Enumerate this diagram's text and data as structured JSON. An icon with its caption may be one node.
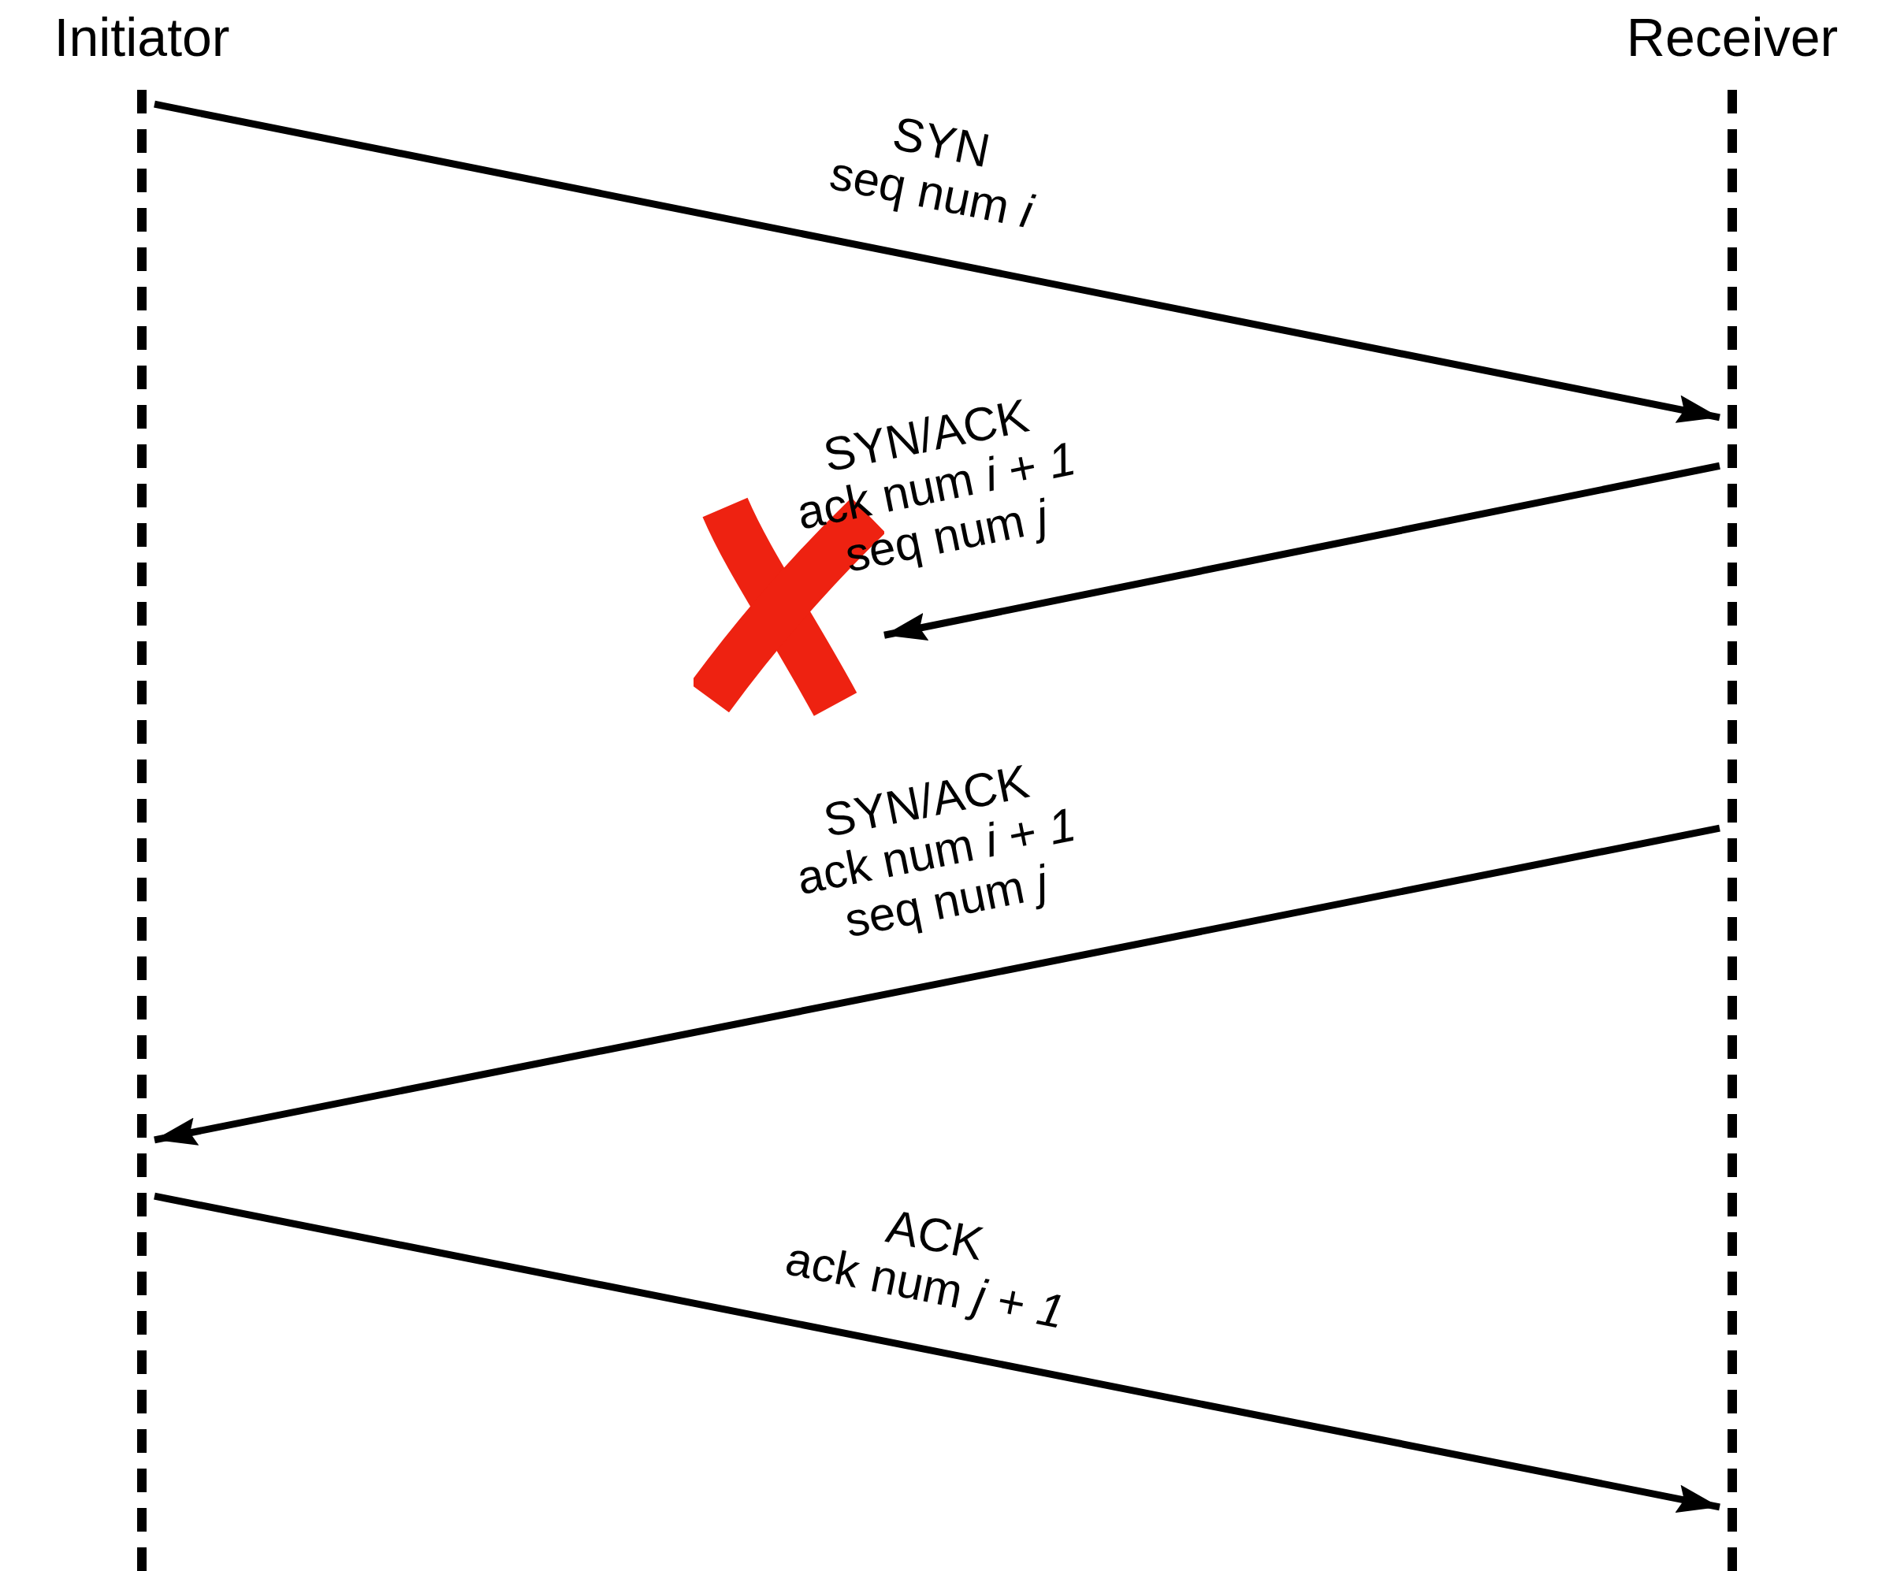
{
  "diagram": {
    "nodes": [
      {
        "text": [
          "Initiator"
        ]
      },
      {
        "text": [
          "Receiver"
        ]
      },
      {
        "text": [],
        "shape": "cross"
      }
    ],
    "edges": [
      {
        "from": 0,
        "to": 1,
        "arrow": "to",
        "label": "SYN seq num *i*"
      },
      {
        "from": 1,
        "to": 2,
        "arrow": "to",
        "label": "SYN/ACK ack num *i* + *1* seq num *j*"
      },
      {
        "from": 1,
        "to": 0,
        "arrow": "to",
        "label": "SYN/ACK ack num *i* + *1* seq num *j*"
      },
      {
        "from": 0,
        "to": 1,
        "arrow": "to",
        "label": "ACK ack num *j* + *1*"
      }
    ]
  }
}
